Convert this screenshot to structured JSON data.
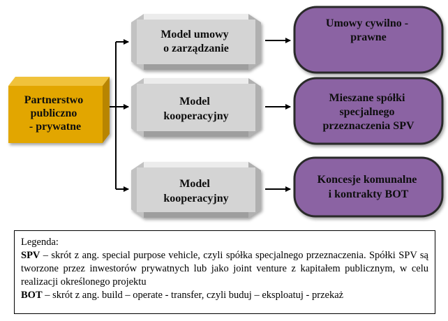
{
  "diagram": {
    "root": {
      "lines": [
        "Partnerstwo",
        "publiczno",
        "- prywatne"
      ]
    },
    "models": [
      {
        "lines": [
          "Model umowy",
          "o zarządzanie"
        ]
      },
      {
        "lines": [
          "Model",
          "kooperacyjny"
        ]
      },
      {
        "lines": [
          "Model",
          "kooperacyjny"
        ]
      }
    ],
    "outcomes": [
      {
        "lines": [
          "Umowy cywilno -",
          "prawne"
        ]
      },
      {
        "lines": [
          "Mieszane spółki",
          "specjalnego",
          "przeznaczenia SPV"
        ]
      },
      {
        "lines": [
          "Koncesje komunalne",
          "i kontrakty BOT"
        ]
      }
    ],
    "colors": {
      "root_face": "#E2A600",
      "root_side": "#B88500",
      "model_face": "#D4D4D4",
      "model_side": "#A9A9A9",
      "outcome_fill": "#8B63A3",
      "outcome_border": "#2B2B2B",
      "arrow": "#000000"
    }
  },
  "legend": {
    "title": "Legenda:",
    "spv_term": "SPV",
    "spv_text": " – skrót z ang. special purpose vehicle, czyli spółka specjalnego przeznaczenia. Spółki SPV są tworzone przez inwestorów prywatnych lub jako joint venture z kapitałem publicznym, w celu realizacji określonego projektu",
    "bot_term": "BOT",
    "bot_text": " – skrót z ang. build – operate - transfer, czyli buduj – eksploatuj - przekaż"
  }
}
